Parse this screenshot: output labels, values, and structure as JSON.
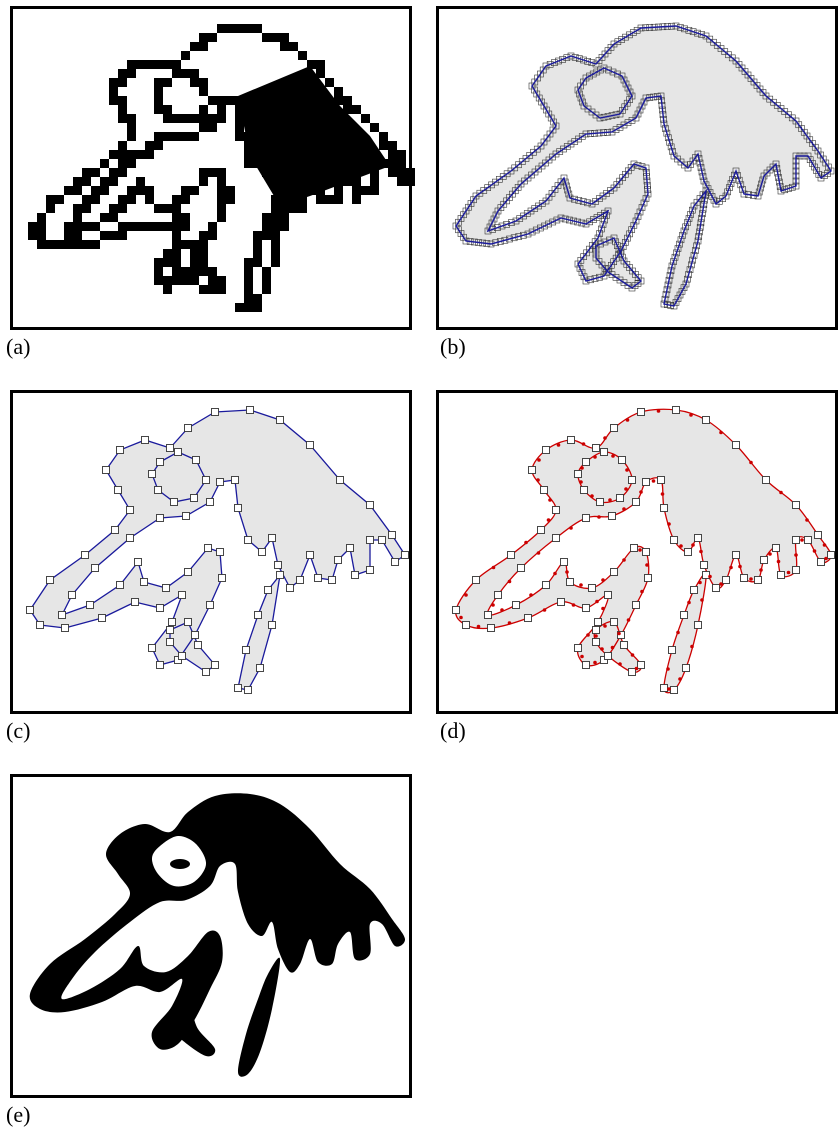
{
  "figure": {
    "panels": [
      {
        "id": "a",
        "label": "(a)",
        "kind": "pixel-bitmap"
      },
      {
        "id": "b",
        "label": "(b)",
        "kind": "pixel-boundary-path"
      },
      {
        "id": "c",
        "label": "(c)",
        "kind": "polygon-approximation"
      },
      {
        "id": "d",
        "label": "(d)",
        "kind": "bezier-curve-fit"
      },
      {
        "id": "e",
        "label": "(e)",
        "kind": "final-smooth-vector"
      }
    ],
    "colors": {
      "frame": "#000000",
      "ink": "#000000",
      "fill_gray": "#e6e6e6",
      "outline_blue": "#1a1a9c",
      "curve_red": "#cc0000",
      "vertex_box": "#333333"
    }
  }
}
